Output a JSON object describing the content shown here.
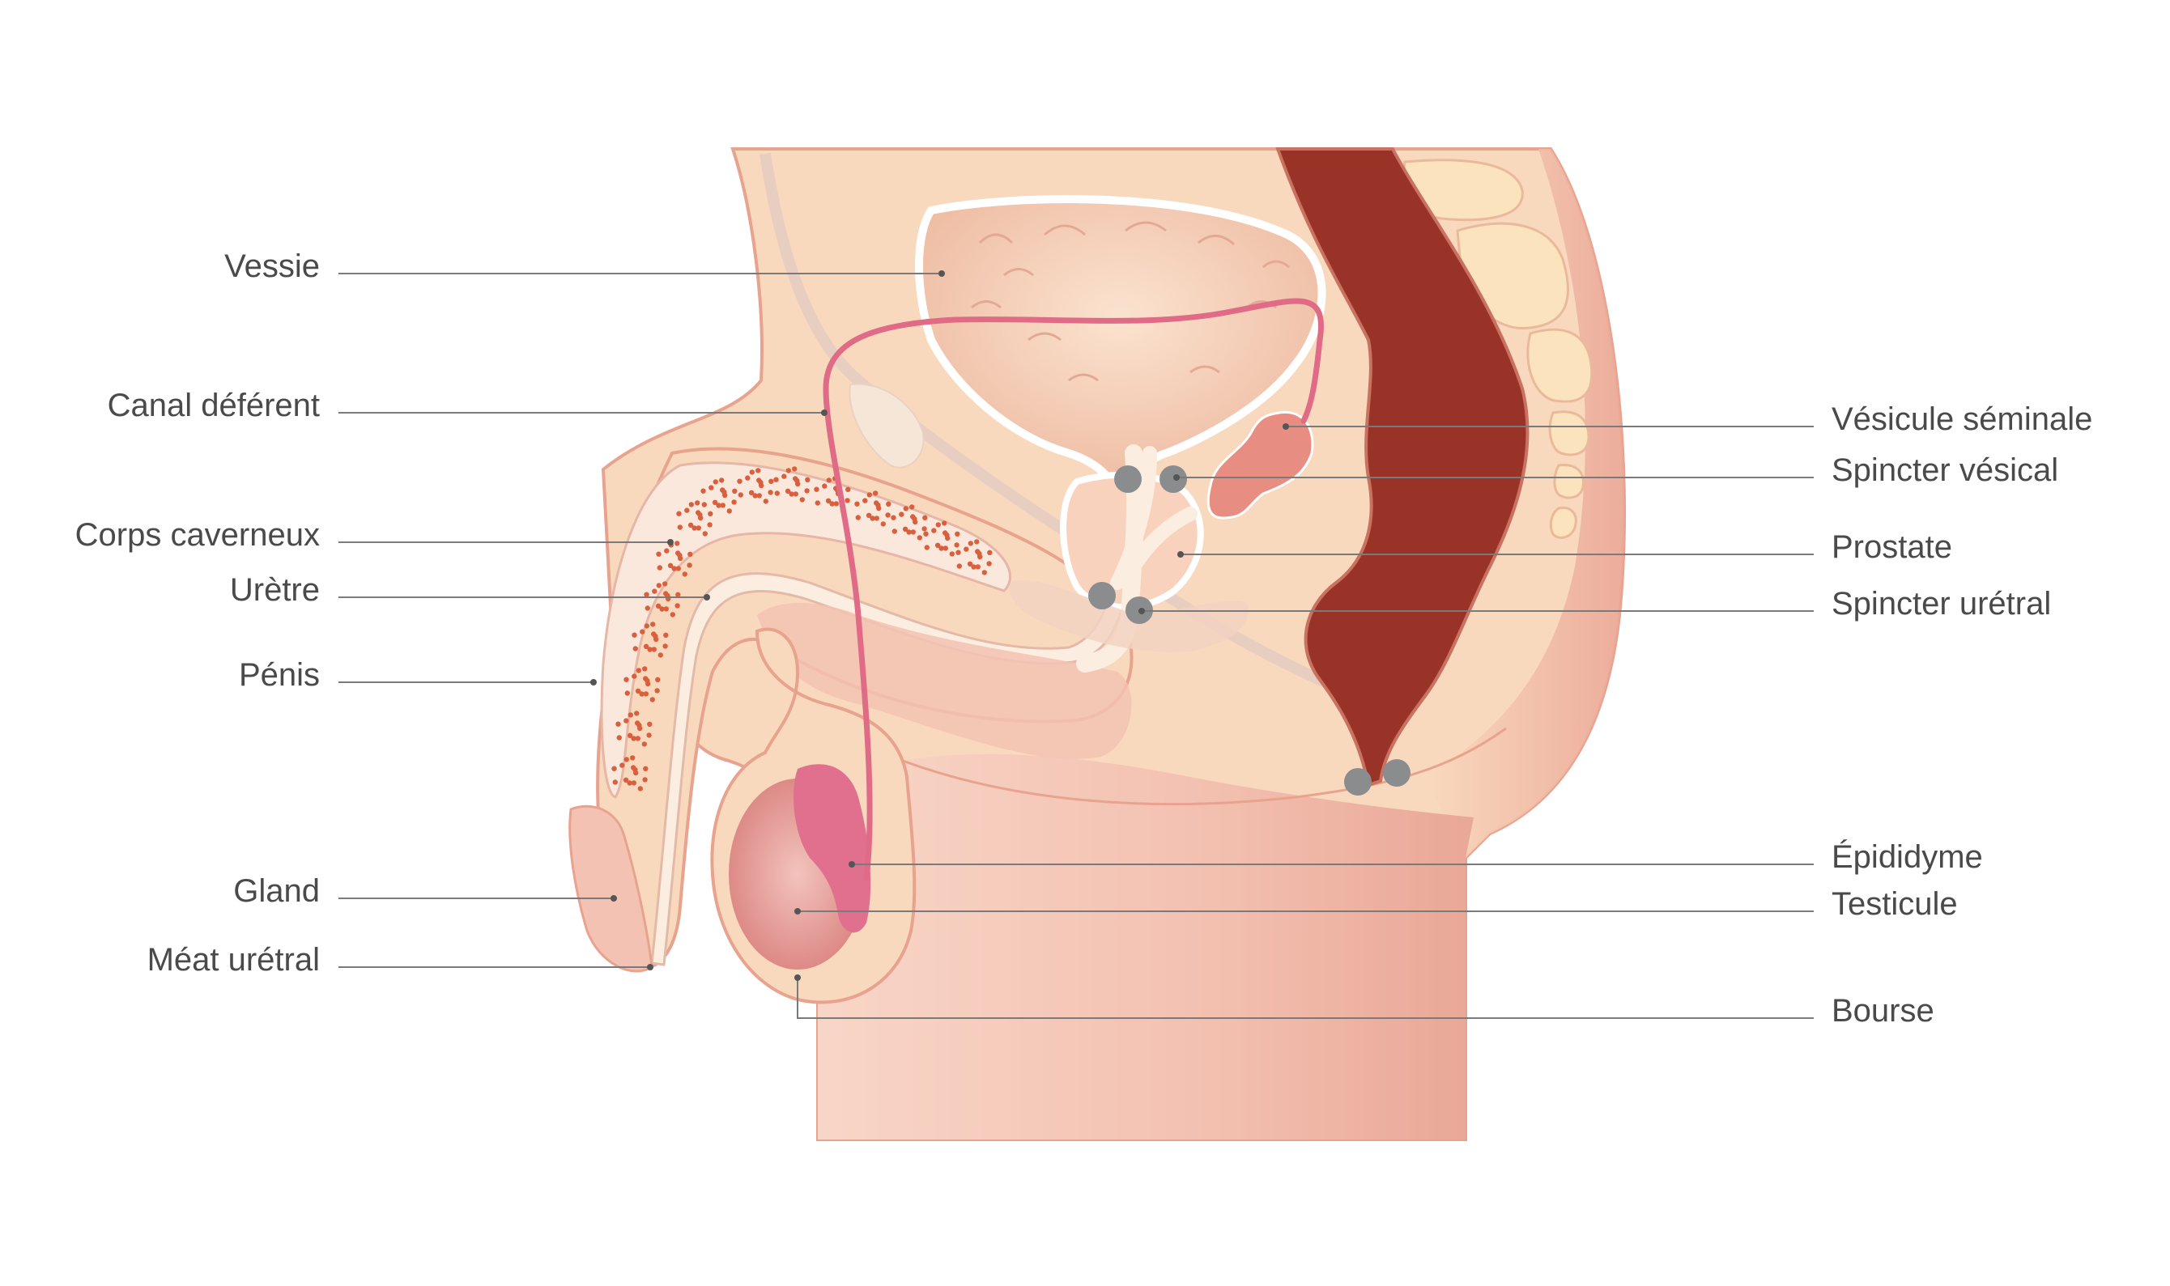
{
  "labels_left": {
    "vessie": "Vessie",
    "canal_deferent": "Canal déférent",
    "corps_caverneux": "Corps caverneux",
    "uretre": "Urètre",
    "penis": "Pénis",
    "gland": "Gland",
    "meat_uretral": "Méat urétral"
  },
  "labels_right": {
    "vesicule_seminale": "Vésicule séminale",
    "spincter_vesical": "Spincter vésical",
    "prostate": "Prostate",
    "spincter_uretral": "Spincter urétral",
    "epididyme": "Épididyme",
    "testicule": "Testicule",
    "bourse": "Bourse"
  },
  "colors": {
    "skin": "#f9d9bd",
    "skin_dark": "#e9a99a",
    "leg": "#f3c2b3",
    "rectum": "#993328",
    "deferent": "#e06b86",
    "epididymis": "#e0708e",
    "sphincter": "#8a8c8e",
    "corpus_dots": "#d9603f",
    "urethra": "#fbeee0",
    "text": "#4a4a4a"
  }
}
